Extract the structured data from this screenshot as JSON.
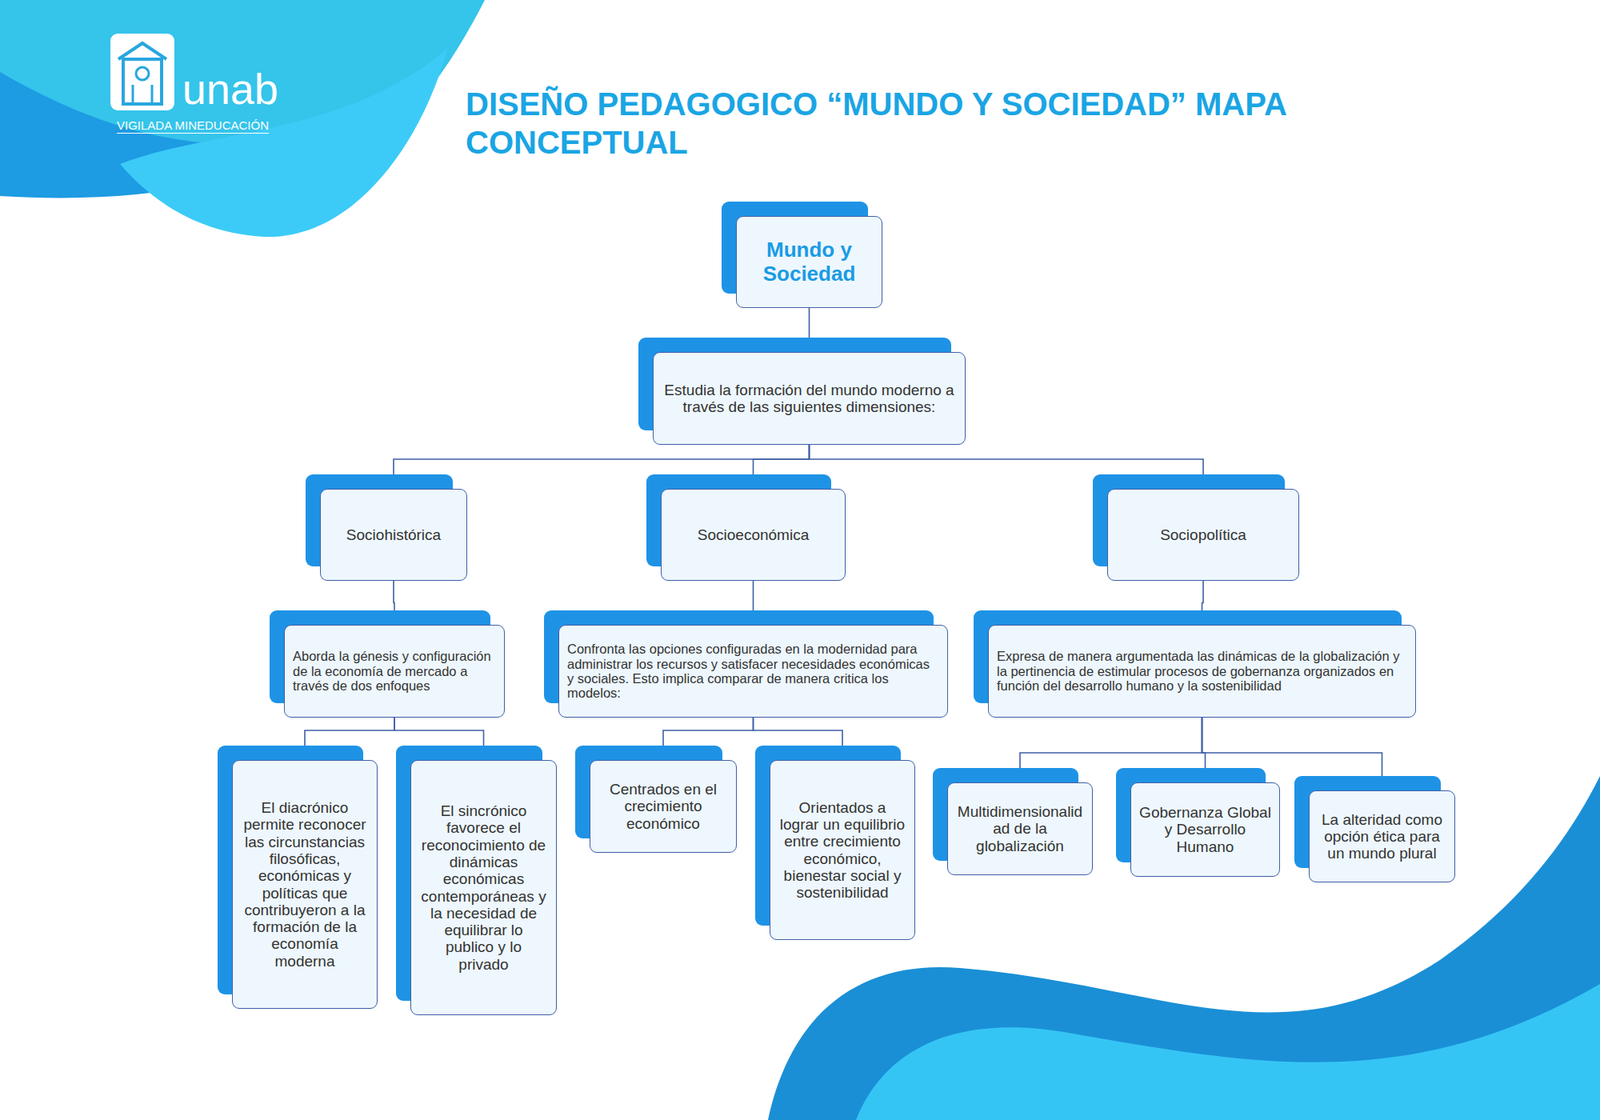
{
  "diagram": {
    "title": "DISEÑO PEDAGOGICO “MUNDO Y SOCIEDAD” MAPA CONCEPTUAL",
    "nodes": [
      {
        "text": [
          "Mundo y Sociedad"
        ]
      },
      {
        "text": [
          "Estudia la formación del mundo moderno a través de las siguientes dimensiones:"
        ]
      },
      {
        "text": [
          "Sociohistórica"
        ]
      },
      {
        "text": [
          "Socioeconómica"
        ]
      },
      {
        "text": [
          "Sociopolítica"
        ]
      },
      {
        "text": [
          "Aborda la génesis y configuración de la economía de mercado a través de dos enfoques"
        ]
      },
      {
        "text": [
          "Confronta las opciones configuradas en la modernidad para administrar los recursos y satisfacer necesidades económicas y sociales. Esto implica comparar de manera critica los modelos:"
        ]
      },
      {
        "text": [
          "Expresa de manera argumentada las dinámicas de la globalización y la pertinencia de estimular procesos de gobernanza organizados en función del desarrollo humano y la sostenibilidad"
        ]
      },
      {
        "text": [
          "El diacrónico permite reconocer las circunstancias filosóficas, económicas y políticas que contribuyeron a la formación de la economía moderna"
        ]
      },
      {
        "text": [
          "El sincrónico favorece el reconocimiento de dinámicas económicas contemporáneas y la necesidad de equilibrar lo publico y lo privado"
        ]
      },
      {
        "text": [
          "Centrados en el crecimiento económico"
        ]
      },
      {
        "text": [
          "Orientados a lograr un equilibrio entre crecimiento económico, bienestar social y sostenibilidad"
        ]
      },
      {
        "text": [
          "Multidimensionalidad de la globalización"
        ]
      },
      {
        "text": [
          "Gobernanza Global y Desarrollo Humano"
        ]
      },
      {
        "text": [
          "La alteridad como opción ética para un mundo plural"
        ]
      }
    ],
    "edges": [
      {
        "from": 0,
        "to": 1,
        "arrow": "none"
      },
      {
        "from": 1,
        "to": 2,
        "arrow": "none"
      },
      {
        "from": 1,
        "to": 3,
        "arrow": "none"
      },
      {
        "from": 1,
        "to": 4,
        "arrow": "none"
      },
      {
        "from": 2,
        "to": 5,
        "arrow": "none"
      },
      {
        "from": 3,
        "to": 6,
        "arrow": "none"
      },
      {
        "from": 4,
        "to": 7,
        "arrow": "none"
      },
      {
        "from": 5,
        "to": 8,
        "arrow": "none"
      },
      {
        "from": 5,
        "to": 9,
        "arrow": "none"
      },
      {
        "from": 6,
        "to": 10,
        "arrow": "none"
      },
      {
        "from": 6,
        "to": 11,
        "arrow": "none"
      },
      {
        "from": 7,
        "to": 12,
        "arrow": "none"
      },
      {
        "from": 7,
        "to": 13,
        "arrow": "none"
      },
      {
        "from": 7,
        "to": 14,
        "arrow": "none"
      }
    ],
    "labels": [
      "unab",
      "VIGILADA MINEDUCACIÓN"
    ]
  }
}
